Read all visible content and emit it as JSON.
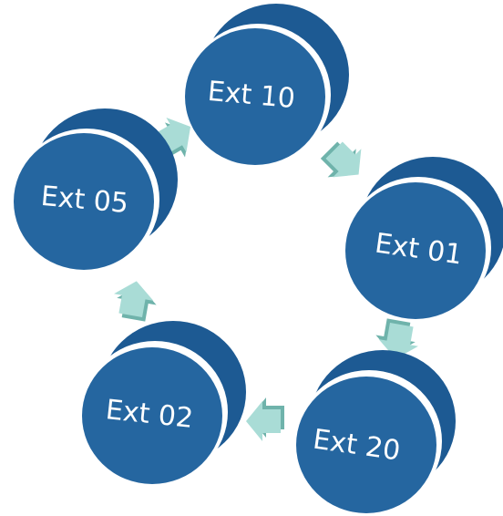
{
  "diagram": {
    "type": "cycle",
    "colors": {
      "disc_face": "#2566A0",
      "disc_side": "#1D5A93",
      "disc_rim": "#ffffff",
      "arrow_light": "#A9DCD6",
      "arrow_mid": "#8ECBC4",
      "arrow_dark": "#6FB3AB"
    },
    "nodes": [
      {
        "id": "ext-10",
        "label": "Ext 10"
      },
      {
        "id": "ext-01",
        "label": "Ext 01"
      },
      {
        "id": "ext-20",
        "label": "Ext 20"
      },
      {
        "id": "ext-02",
        "label": "Ext 02"
      },
      {
        "id": "ext-05",
        "label": "Ext 05"
      }
    ],
    "connectors": [
      {
        "from": "ext-10",
        "to": "ext-01"
      },
      {
        "from": "ext-01",
        "to": "ext-20"
      },
      {
        "from": "ext-20",
        "to": "ext-02"
      },
      {
        "from": "ext-02",
        "to": "ext-05"
      },
      {
        "from": "ext-05",
        "to": "ext-10"
      }
    ]
  }
}
